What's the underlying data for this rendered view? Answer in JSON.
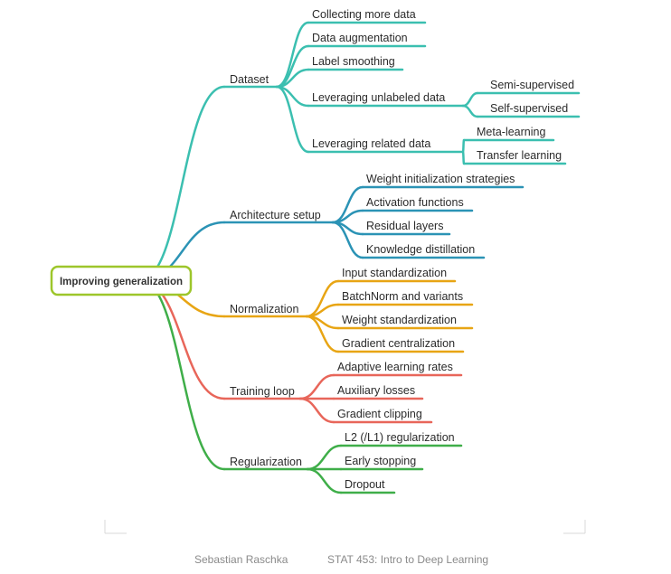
{
  "root": {
    "label": "Improving generalization",
    "color": "#9dc62b"
  },
  "branches": [
    {
      "label": "Dataset",
      "color": "#3bbfb0",
      "children": [
        {
          "label": "Collecting more data"
        },
        {
          "label": "Data augmentation"
        },
        {
          "label": "Label smoothing"
        },
        {
          "label": "Leveraging unlabeled data",
          "children": [
            {
              "label": "Semi-supervised"
            },
            {
              "label": "Self-supervised"
            }
          ]
        },
        {
          "label": "Leveraging related data",
          "children": [
            {
              "label": "Meta-learning"
            },
            {
              "label": "Transfer learning"
            }
          ]
        }
      ]
    },
    {
      "label": "Architecture setup",
      "color": "#2b93b5",
      "children": [
        {
          "label": "Weight initialization strategies"
        },
        {
          "label": "Activation functions"
        },
        {
          "label": "Residual layers"
        },
        {
          "label": "Knowledge distillation"
        }
      ]
    },
    {
      "label": "Normalization",
      "color": "#e8a514",
      "children": [
        {
          "label": "Input standardization"
        },
        {
          "label": "BatchNorm and variants"
        },
        {
          "label": "Weight standardization"
        },
        {
          "label": "Gradient centralization"
        }
      ]
    },
    {
      "label": "Training loop",
      "color": "#e8665a",
      "children": [
        {
          "label": "Adaptive learning rates"
        },
        {
          "label": "Auxiliary losses"
        },
        {
          "label": "Gradient clipping"
        }
      ]
    },
    {
      "label": "Regularization",
      "color": "#3fae49",
      "children": [
        {
          "label": "L2 (/L1) regularization"
        },
        {
          "label": "Early stopping"
        },
        {
          "label": "Dropout"
        }
      ]
    }
  ],
  "footer": {
    "author": "Sebastian Raschka",
    "course": "STAT 453: Intro to Deep Learning"
  }
}
